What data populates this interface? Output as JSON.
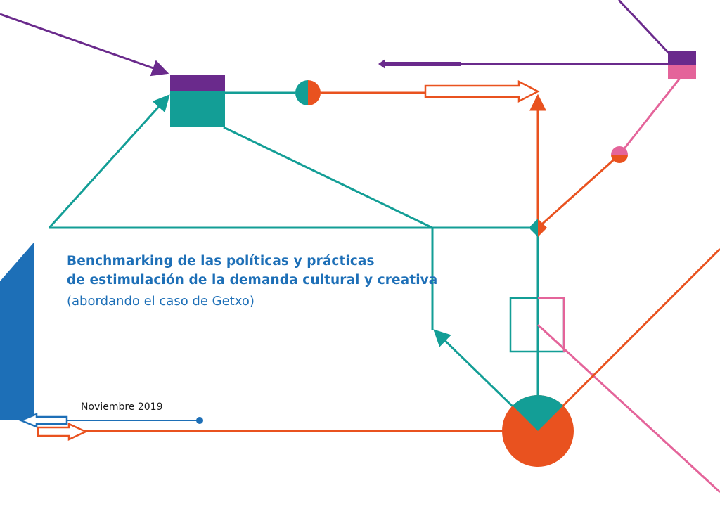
{
  "document": {
    "title_line_1": "Benchmarking de las políticas y prácticas",
    "title_line_2": "de estimulación de la demanda cultural y creativa",
    "subtitle": "(abordando el caso de Getxo)",
    "date": "Noviembre 2019"
  },
  "colors": {
    "purple": "#6a2a8c",
    "teal": "#139e96",
    "orange": "#e9521f",
    "pink": "#e4649a",
    "blue": "#1d6fb7",
    "text": "#1d6fb7"
  },
  "decor": {
    "shapes": [
      "purple-teal-square",
      "split-circle-teal-orange",
      "split-circle-large-teal-orange",
      "purple-pink-square",
      "pink-orange-dot",
      "teal-orange-diamond",
      "outline-square-teal-pink",
      "blue-side-bar",
      "blue-end-dot"
    ],
    "arrows": [
      "purple-arrow-left",
      "orange-outline-arrow-right",
      "blue-outline-arrow-left",
      "orange-outline-arrow-bottom"
    ]
  }
}
